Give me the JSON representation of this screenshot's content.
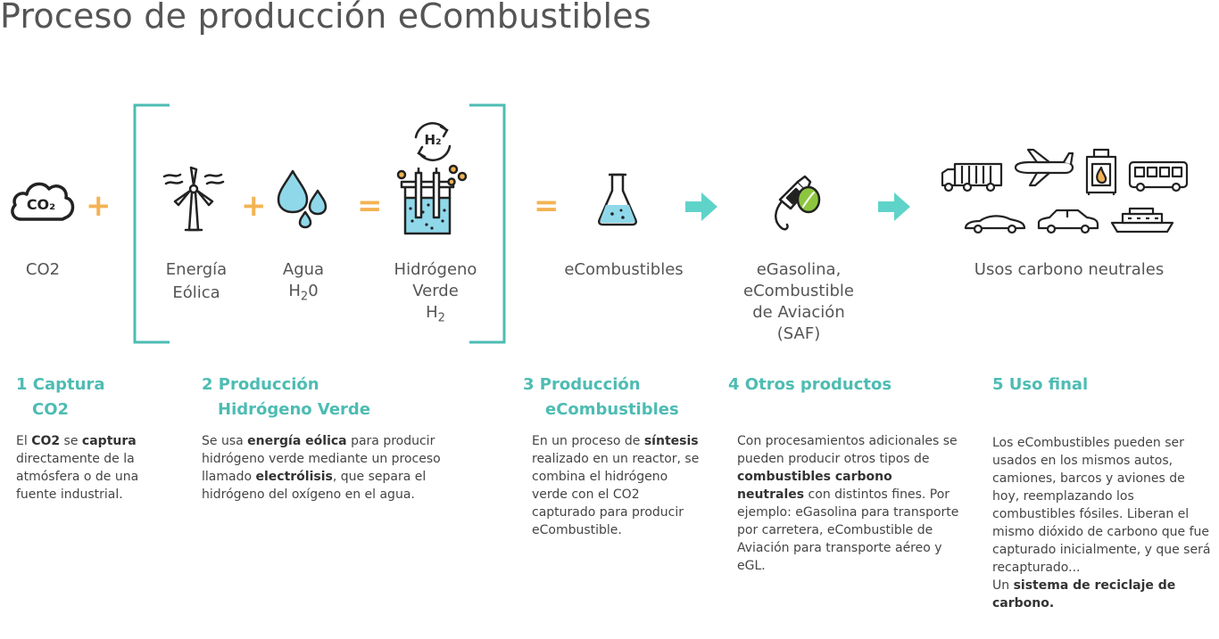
{
  "title": "Proceso de producción eCombustibles",
  "icons": {
    "cloud_text": "CO₂",
    "h2_badge": "H₂"
  },
  "symbols": {
    "plus": "+",
    "equals": "="
  },
  "labels": {
    "co2": "CO2",
    "energia_line1": "Energía",
    "energia_line2": "Eólica",
    "agua_line1": "Agua",
    "agua_h": "H",
    "agua_sub": "2",
    "agua_o": "0",
    "hidrogeno_line1": "Hidrógeno",
    "hidrogeno_line2": "Verde",
    "hidrogeno_h": "H",
    "hidrogeno_sub": "2",
    "ecombustibles": "eCombustibles",
    "egasolina_line1": "eGasolina,",
    "egasolina_line2": "eCombustible",
    "egasolina_line3": "de Aviación",
    "egasolina_line4": "(SAF)",
    "usos": "Usos carbono neutrales"
  },
  "steps": [
    {
      "title_line1": "1 Captura",
      "title_line2": "CO2"
    },
    {
      "title_line1": "2 Producción",
      "title_line2": "Hidrógeno Verde"
    },
    {
      "title_line1": "3 Producción",
      "title_line2": "eCombustibles"
    },
    {
      "title_line1": "4 Otros productos"
    },
    {
      "title_line1": "5 Uso final"
    }
  ],
  "descriptions": {
    "d1": {
      "t1": "El ",
      "b1": "CO2",
      "t2": " se ",
      "b2": "captura",
      "t3": " directamente de la atmósfera o de una fuente industrial."
    },
    "d2": {
      "t1": "Se usa ",
      "b1": "energía eólica",
      "t2": " para producir hidrógeno verde mediante un proceso llamado ",
      "b2": "electrólisis",
      "t3": ", que separa el hidrógeno del oxígeno en el agua."
    },
    "d3": {
      "t1": "En un proceso de ",
      "b1": "síntesis",
      "t2": " realizado en un reactor, se combina el hidrógeno verde con el CO2 capturado para producir eCombustible."
    },
    "d4": {
      "t1": "Con procesamientos adicionales se pueden producir otros tipos de ",
      "b1": "combustibles carbono neutrales",
      "t2": " con distintos fines. Por ejemplo: eGasolina para transporte por carretera, eCombustible de Aviación para transporte aéreo y eGL."
    },
    "d5": {
      "t1": "Los eCombustibles pueden ser usados en los mismos autos, camiones, barcos y aviones de hoy, reemplazando los combustibles fósiles. Liberan el mismo dióxido de carbono que fue capturado inicialmente, y que será recapturado...",
      "t2": "Un ",
      "b1": "sistema de reciclaje de carbono."
    }
  },
  "colors": {
    "teal": "#4dbcb3",
    "arrow": "#5fd3c9",
    "orange": "#f3b354",
    "icon_blue": "#8fd8ea",
    "green": "#8cc63f"
  }
}
